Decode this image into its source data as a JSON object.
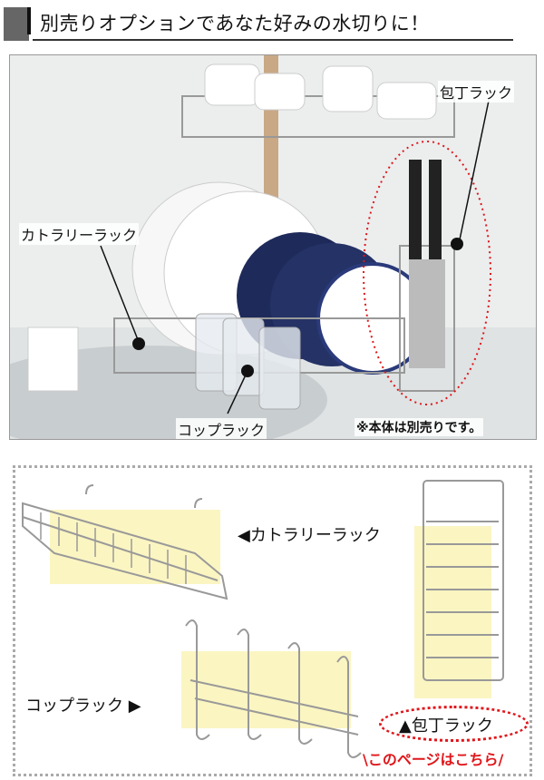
{
  "header": {
    "title": "別売りオプションであなた好みの水切りに！"
  },
  "photo": {
    "labels": {
      "knife_rack": "包丁ラック",
      "cutlery_rack": "カトラリーラック",
      "cup_rack": "コップラック"
    },
    "note": "※本体は別売りです。"
  },
  "products": {
    "cutlery_rack": "◀カトラリーラック",
    "cup_rack": "コップラック ▶",
    "knife_rack": "▲包丁ラック",
    "link": "\\このページはこちら/"
  },
  "colors": {
    "accent": "#e0161a",
    "highlight": "#fbf5c2"
  }
}
